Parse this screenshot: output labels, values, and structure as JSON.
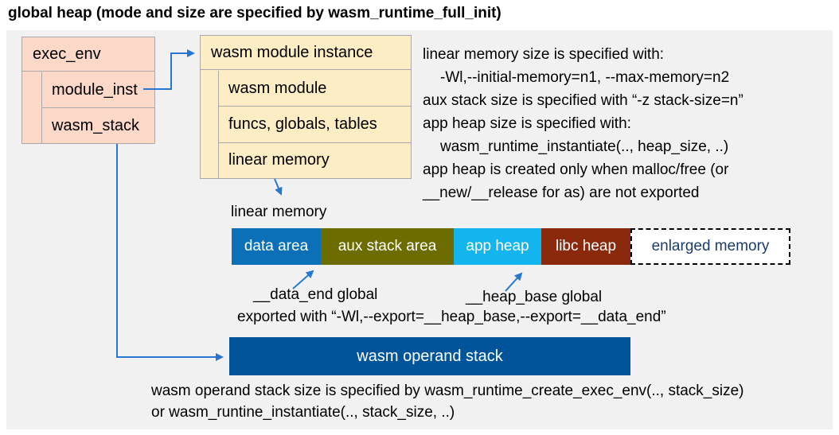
{
  "title": "global heap (mode and size are specified by wasm_runtime_full_init)",
  "exec_env": {
    "header": "exec_env",
    "rows": [
      "module_inst",
      "wasm_stack"
    ]
  },
  "module_instance": {
    "header": "wasm module instance",
    "rows": [
      "wasm module",
      "funcs, globals, tables",
      "linear memory"
    ]
  },
  "notes_right": {
    "lines": [
      "linear memory size is specified with:",
      "-Wl,--initial-memory=n1, --max-memory=n2",
      "aux stack size is specified with “-z stack-size=n”",
      "app heap size is specified with:",
      "wasm_runtime_instantiate(.., heap_size, ..)",
      "app heap is created only when malloc/free (or",
      "__new/__release for as) are not exported"
    ]
  },
  "linear_memory": {
    "label": "linear memory",
    "segments": [
      {
        "label": "data area",
        "color": "#0b70b8",
        "text_color": "#ffffff"
      },
      {
        "label": "aux stack area",
        "color": "#6d6c00",
        "text_color": "#ffffff"
      },
      {
        "label": "app heap",
        "color": "#14b4ee",
        "text_color": "#ffffff"
      },
      {
        "label": "libc heap",
        "color": "#8a290c",
        "text_color": "#ffffff"
      },
      {
        "label": "enlarged memory",
        "color": "#ffffff",
        "text_color": "#1b3c6d",
        "border": "dashed"
      }
    ],
    "data_end_label": "__data_end global",
    "heap_base_label": "__heap_base global",
    "export_note": "exported with “-Wl,--export=__heap_base,--export=__data_end”"
  },
  "operand_stack": {
    "label": "wasm operand stack",
    "note_line1": "wasm operand stack size is specified by wasm_runtime_create_exec_env(.., stack_size)",
    "note_line2": "or wasm_runtine_instantiate(.., stack_size, ..)"
  },
  "colors": {
    "panel_background": "#f1f1f1",
    "exec_env_fill": "#fbd8c8",
    "module_instance_fill": "#fcedc5",
    "box_border": "#a9a9a9",
    "arrow": "#2577d0",
    "operand_stack_fill": "#005499"
  }
}
